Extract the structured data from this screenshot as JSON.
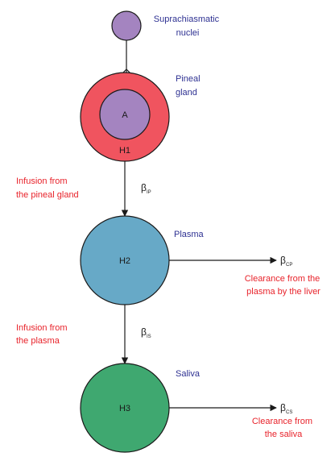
{
  "nodes": {
    "scn": {
      "label": [
        "Suprachiasmatic",
        "nuclei"
      ],
      "color": "#a484c0"
    },
    "pineal": {
      "label": [
        "Pineal",
        "gland"
      ],
      "outer_color": "#f0545f",
      "inner_color": "#a484c0",
      "inner_text": "A",
      "text": "H1"
    },
    "plasma": {
      "label": "Plasma",
      "color": "#67a9c7",
      "text": "H2"
    },
    "saliva": {
      "label": "Saliva",
      "color": "#3fa870",
      "text": "H3"
    }
  },
  "flows": {
    "infusion_pineal": {
      "label": [
        "Infusion from",
        "the pineal gland"
      ],
      "beta": "β",
      "sub": "IP"
    },
    "infusion_plasma": {
      "label": [
        "Infusion from",
        "the plasma"
      ],
      "beta": "β",
      "sub": "IS"
    },
    "clearance_plasma": {
      "label": [
        "Clearance from the",
        "plasma by the liver"
      ],
      "beta": "β",
      "sub": "CP"
    },
    "clearance_saliva": {
      "label": [
        "Clearance from",
        "the saliva"
      ],
      "beta": "β",
      "sub": "CS"
    }
  },
  "colors": {
    "node_label": "#2e3192",
    "flow_label": "#e8232b",
    "stroke": "#1a1a1a"
  }
}
